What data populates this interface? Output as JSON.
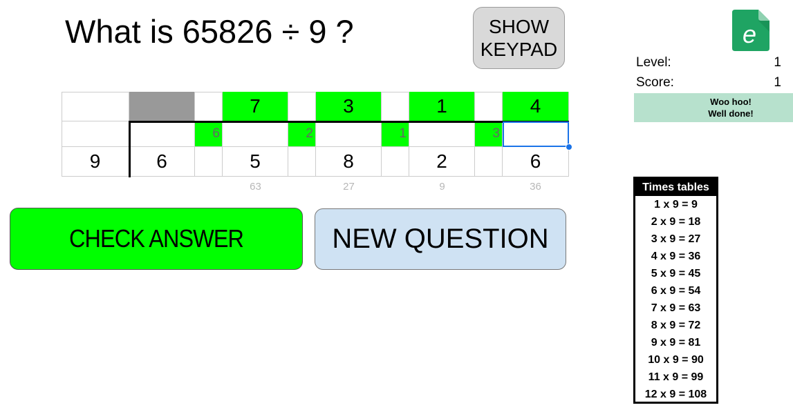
{
  "question": {
    "text": "What is 65826 ÷ 9 ?"
  },
  "keypad_button": {
    "line1": "SHOW",
    "line2": "KEYPAD"
  },
  "grid": {
    "answer_digits": [
      "7",
      "3",
      "1",
      "4"
    ],
    "carries": [
      "6",
      "2",
      "1",
      "3"
    ],
    "divisor": "9",
    "dividend_digits": [
      "6",
      "5",
      "8",
      "2",
      "6"
    ],
    "hints": [
      "63",
      "27",
      "9",
      "36"
    ]
  },
  "buttons": {
    "check": "CHECK ANSWER",
    "new_question": "NEW QUESTION"
  },
  "stats": {
    "level_label": "Level:",
    "level_value": "1",
    "score_label": "Score:",
    "score_value": "1"
  },
  "feedback": {
    "line1": "Woo hoo!",
    "line2": "Well done!"
  },
  "times_table": {
    "title": "Times tables",
    "rows": [
      "1 x 9 = 9",
      "2 x 9 = 18",
      "3 x 9 = 27",
      "4 x 9 = 36",
      "5 x 9 = 45",
      "6 x 9 = 54",
      "7 x 9 = 63",
      "8 x 9 = 72",
      "9 x 9 = 81",
      "10 x 9 = 90",
      "11 x 9 = 99",
      "12 x 9 = 108"
    ]
  },
  "colors": {
    "correct": "#00ff00",
    "new_question_bg": "#cfe2f3",
    "feedback_bg": "#b7e1cd",
    "selection": "#1a73e8",
    "logo": "#1fa463"
  }
}
